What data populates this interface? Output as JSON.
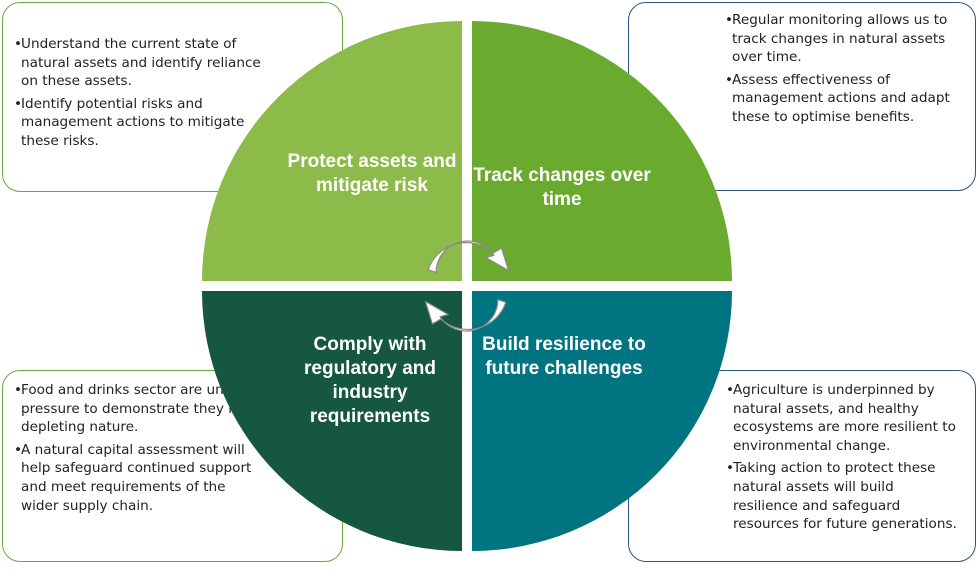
{
  "colors": {
    "protect": "#8dbb4a",
    "track": "#6aaa2e",
    "comply": "#15573f",
    "build": "#007581",
    "box_green_border": "#6aaa3a",
    "box_blue_border": "#2f5777"
  },
  "quadrants": {
    "protect": "Protect assets and mitigate risk",
    "track": "Track changes over time",
    "comply": "Comply with regulatory and industry requirements",
    "build": "Build resilience to future challenges"
  },
  "boxes": {
    "top_left": [
      "Understand the current state of natural assets and identify reliance on these assets.",
      "Identify potential risks and management actions to mitigate these risks."
    ],
    "top_right": [
      "Regular monitoring allows us to track changes in natural assets over time.",
      "Assess effectiveness of management actions and adapt these to optimise benefits."
    ],
    "bottom_left": [
      "Food and drinks sector are under pressure to demonstrate they not depleting nature.",
      "A natural capital assessment will help safeguard continued support and meet requirements of the wider supply chain."
    ],
    "bottom_right": [
      "Agriculture is underpinned by natural assets, and  healthy ecosystems are more resilient to environmental change.",
      "Taking action to protect these natural assets will build resilience and safeguard resources for future generations."
    ]
  },
  "icons": {
    "cycle_top": "cycle-arrow-clockwise-top-icon",
    "cycle_bottom": "cycle-arrow-clockwise-bottom-icon"
  }
}
